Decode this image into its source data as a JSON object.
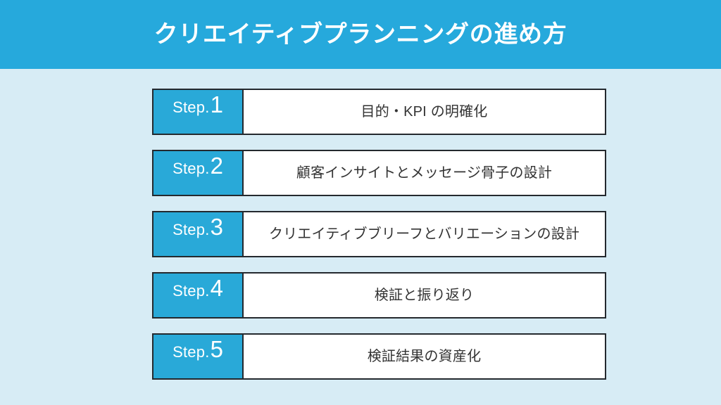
{
  "header": {
    "title": "クリエイティブプランニングの進め方",
    "background_color": "#26a9dc",
    "text_color": "#ffffff"
  },
  "theme": {
    "page_background": "#d7ecf5",
    "accent_color": "#29a9d8",
    "border_color": "#24292e",
    "body_text_color": "#333333"
  },
  "steps": {
    "badge_word": "Step.",
    "items": [
      {
        "number": "1",
        "badge_word": "Step.",
        "label": "目的・KPI の明確化"
      },
      {
        "number": "2",
        "badge_word": "Step.",
        "label": "顧客インサイトとメッセージ骨子の設計"
      },
      {
        "number": "3",
        "badge_word": "Step.",
        "label": "クリエイティブブリーフとバリエーションの設計"
      },
      {
        "number": "4",
        "badge_word": "Step.",
        "label": "検証と振り返り"
      },
      {
        "number": "5",
        "badge_word": "Step.",
        "label": "検証結果の資産化"
      }
    ]
  }
}
